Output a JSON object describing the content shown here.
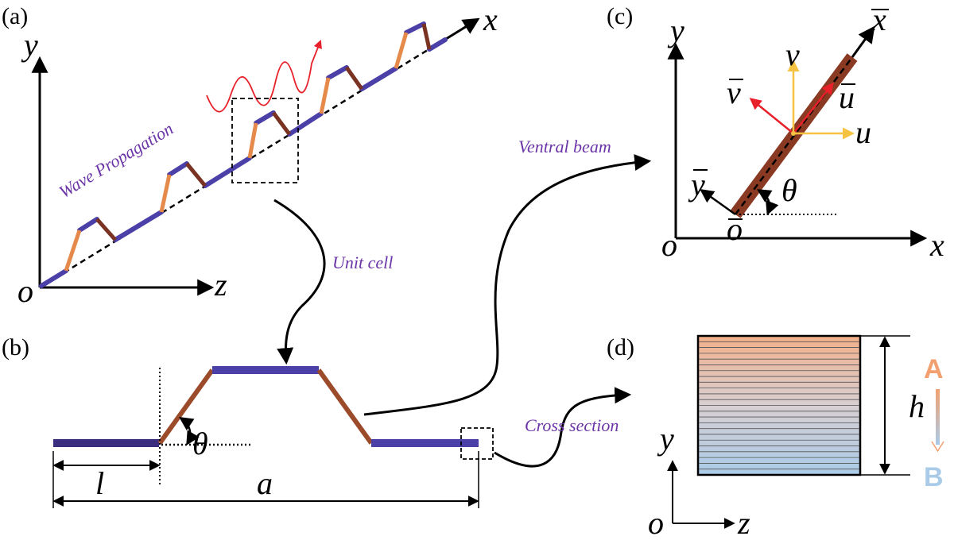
{
  "panels": {
    "a": "(a)",
    "b": "(b)",
    "c": "(c)",
    "d": "(d)"
  },
  "panel_a": {
    "axis_x": "x",
    "axis_y": "y",
    "axis_z": "z",
    "origin": "o",
    "wave_label": "Wave Propagation"
  },
  "callouts": {
    "unit_cell": "Unit cell",
    "ventral_beam": "Ventral beam",
    "cross_section": "Cross section"
  },
  "panel_b": {
    "theta": "θ",
    "l": "l",
    "a": "a"
  },
  "panel_c": {
    "axis_x": "x",
    "axis_y": "y",
    "origin": "o",
    "local_x": "x",
    "local_y": "y",
    "local_origin": "o",
    "v": "v",
    "u": "u",
    "v_bar": "v",
    "u_bar": "u",
    "theta": "θ"
  },
  "panel_d": {
    "h": "h",
    "axis_y": "y",
    "axis_z": "z",
    "origin": "o",
    "material_top": "A",
    "material_bottom": "B"
  },
  "colors": {
    "face_beam": "#4b3fa8",
    "web_beam": "#9b4a2a",
    "orange": "#e58a4a",
    "wave": "#e8202a",
    "label": "#6b35a8",
    "yellow": "#f5c242",
    "grad_top": "#f2b08a",
    "grad_bottom": "#a9cbe8"
  }
}
